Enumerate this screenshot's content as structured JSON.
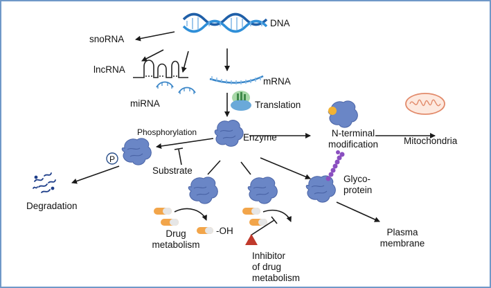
{
  "diagram": {
    "labels": {
      "dna": "DNA",
      "snorna": "snoRNA",
      "lncrna": "lncRNA",
      "mirna": "miRNA",
      "mrna": "mRNA",
      "translation": "Translation",
      "phosphorylation": "Phosphorylation",
      "enzyme": "Enzyme",
      "n_terminal": "N-terminal\nmodification",
      "mitochondria": "Mitochondria",
      "substrate": "Substrate",
      "phospho_marker": "P",
      "degradation": "Degradation",
      "glycoprotein": "Glyco-\nprotein",
      "oh_group": "-OH",
      "drug_metabolism": "Drug\nmetabolism",
      "plasma_membrane": "Plasma\nmembrane",
      "inhibitor": "Inhibitor\nof drug\nmetabolism"
    },
    "colors": {
      "frame_border": "#6f98c8",
      "dna_blue": "#1f5fa8",
      "rna_blue": "#3a86c8",
      "enzyme_blue": "#6a86c6",
      "enzyme_dark": "#4a64a6",
      "pill_orange": "#f2a54a",
      "glycan_purple": "#8a4fc0",
      "inhibitor_red": "#c0392b",
      "mito_orange": "#e28a6a",
      "arrow": "#1a1a1a"
    }
  }
}
